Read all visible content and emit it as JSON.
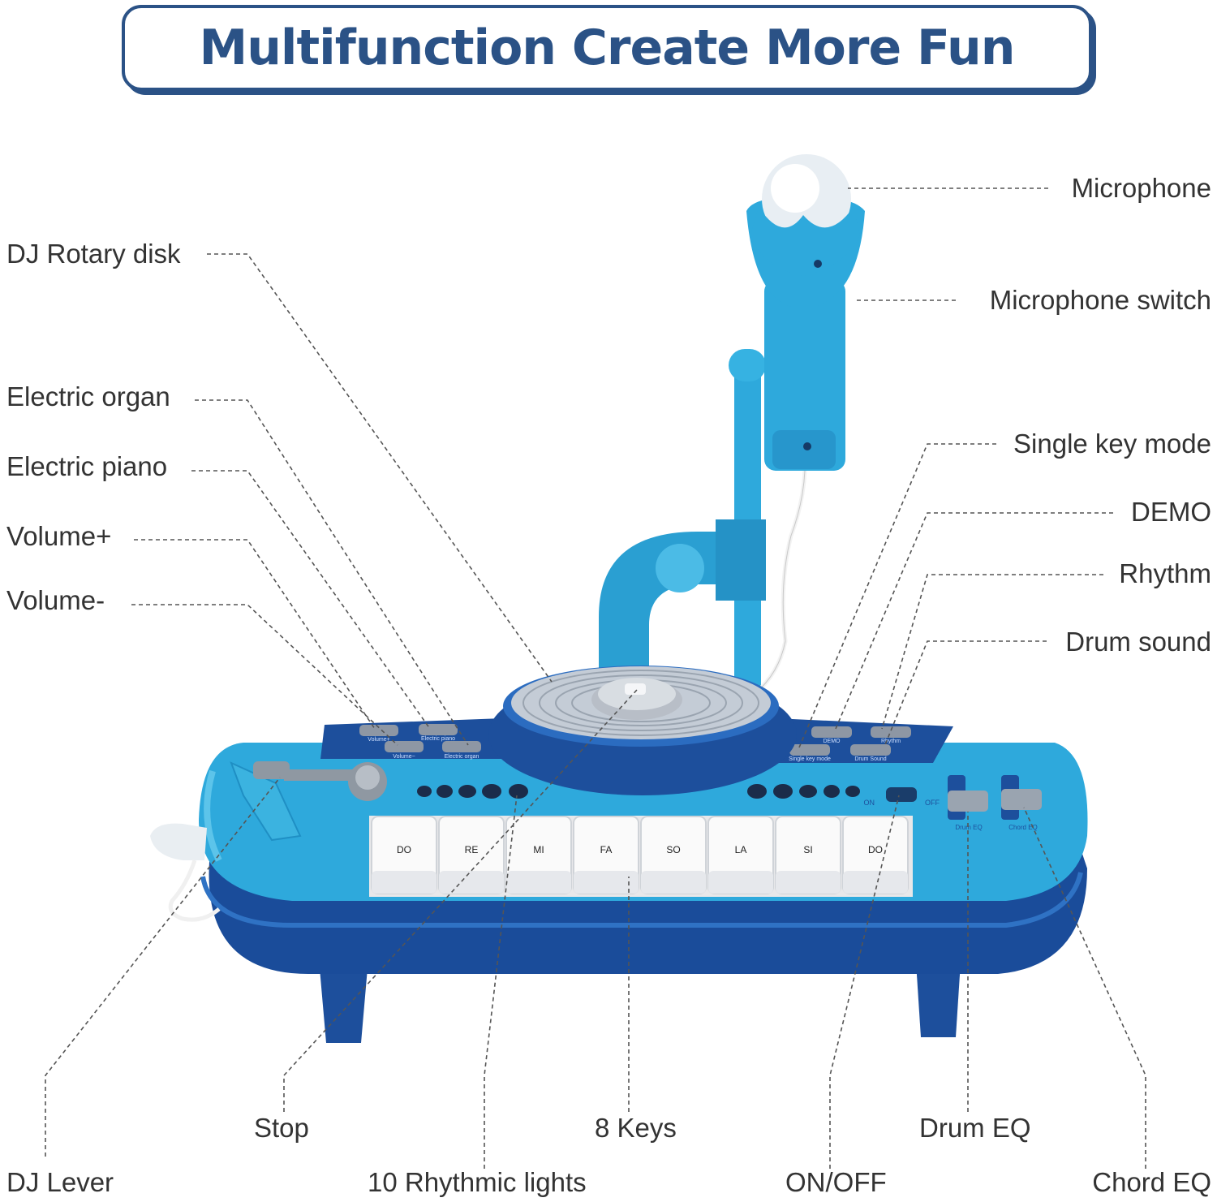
{
  "title": "Multifunction Create More Fun",
  "colors": {
    "title": "#2b5286",
    "light_blue": "#2aa6d6",
    "dark_blue": "#1d4f9c",
    "text": "#333333"
  },
  "labels": {
    "microphone": "Microphone",
    "microphone_switch": "Microphone switch",
    "dj_rotary_disk": "DJ Rotary disk",
    "electric_organ": "Electric organ",
    "electric_piano": "Electric piano",
    "volume_plus": "Volume+",
    "volume_minus": "Volume-",
    "single_key_mode": "Single key mode",
    "demo": "DEMO",
    "rhythm": "Rhythm",
    "drum_sound": "Drum sound",
    "stop": "Stop",
    "eight_keys": "8 Keys",
    "drum_eq": "Drum EQ",
    "dj_lever": "DJ Lever",
    "rhythmic_lights": "10 Rhythmic lights",
    "on_off": "ON/OFF",
    "chord_eq": "Chord EQ"
  },
  "toy": {
    "key_notes": [
      "DO",
      "RE",
      "MI",
      "FA",
      "SO",
      "LA",
      "SI",
      "DO"
    ],
    "panel_left": [
      "Volume+",
      "Electric piano",
      "Volume−",
      "Electric organ"
    ],
    "panel_right": [
      "DEMO",
      "Rhythm",
      "Single key mode",
      "Drum Sound"
    ],
    "switch_on": "ON",
    "switch_off": "OFF",
    "slider_left": "Drum EQ",
    "slider_right": "Chord EQ"
  }
}
